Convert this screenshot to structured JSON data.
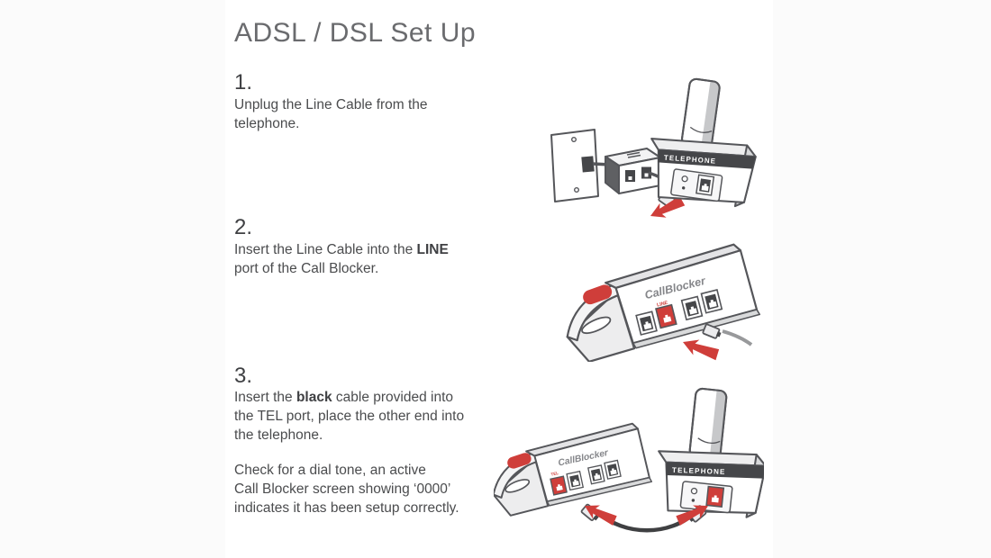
{
  "title": "ADSL / DSL Set Up",
  "steps": {
    "s1": {
      "number": "1.",
      "line1": "Unplug the Line Cable from the",
      "line2": "telephone."
    },
    "s2": {
      "number": "2.",
      "line1_pre": "Insert the Line Cable into the ",
      "line1_bold": "LINE",
      "line2": "port of the Call Blocker."
    },
    "s3": {
      "number": "3.",
      "line1_pre": "Insert the ",
      "line1_bold": "black",
      "line1_post": " cable provided into",
      "line2": "the TEL port, place the other end into",
      "line3": "the telephone."
    }
  },
  "note": {
    "line1": "Check for a dial tone, an active",
    "line2": "Call Blocker screen showing ‘0000’",
    "line3": "indicates it has been setup correctly."
  },
  "labels": {
    "telephone": "TELEPHONE",
    "call_blocker": "CallBlocker",
    "line_port": "LINE",
    "tel_port": "TEL"
  },
  "colors": {
    "accent_red": "#cf3e3a",
    "outline": "#55565a",
    "dark_band": "#454649",
    "body_text": "#4b4c4e",
    "title_text": "#6a6b6e"
  }
}
